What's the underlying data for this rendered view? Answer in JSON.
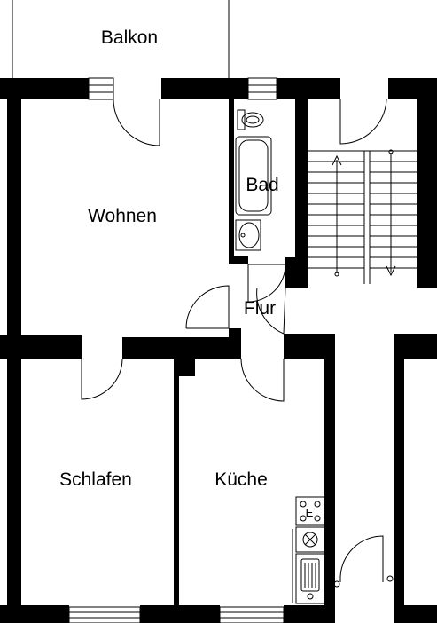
{
  "plan": {
    "rooms": {
      "balcony": "Balkon",
      "living": "Wohnen",
      "bath": "Bad",
      "hall": "Flur",
      "bedroom": "Schlafen",
      "kitchen": "Küche"
    },
    "stove_label": "E"
  },
  "colors": {
    "wall": "#000000",
    "line": "#000000",
    "background": "#ffffff"
  }
}
